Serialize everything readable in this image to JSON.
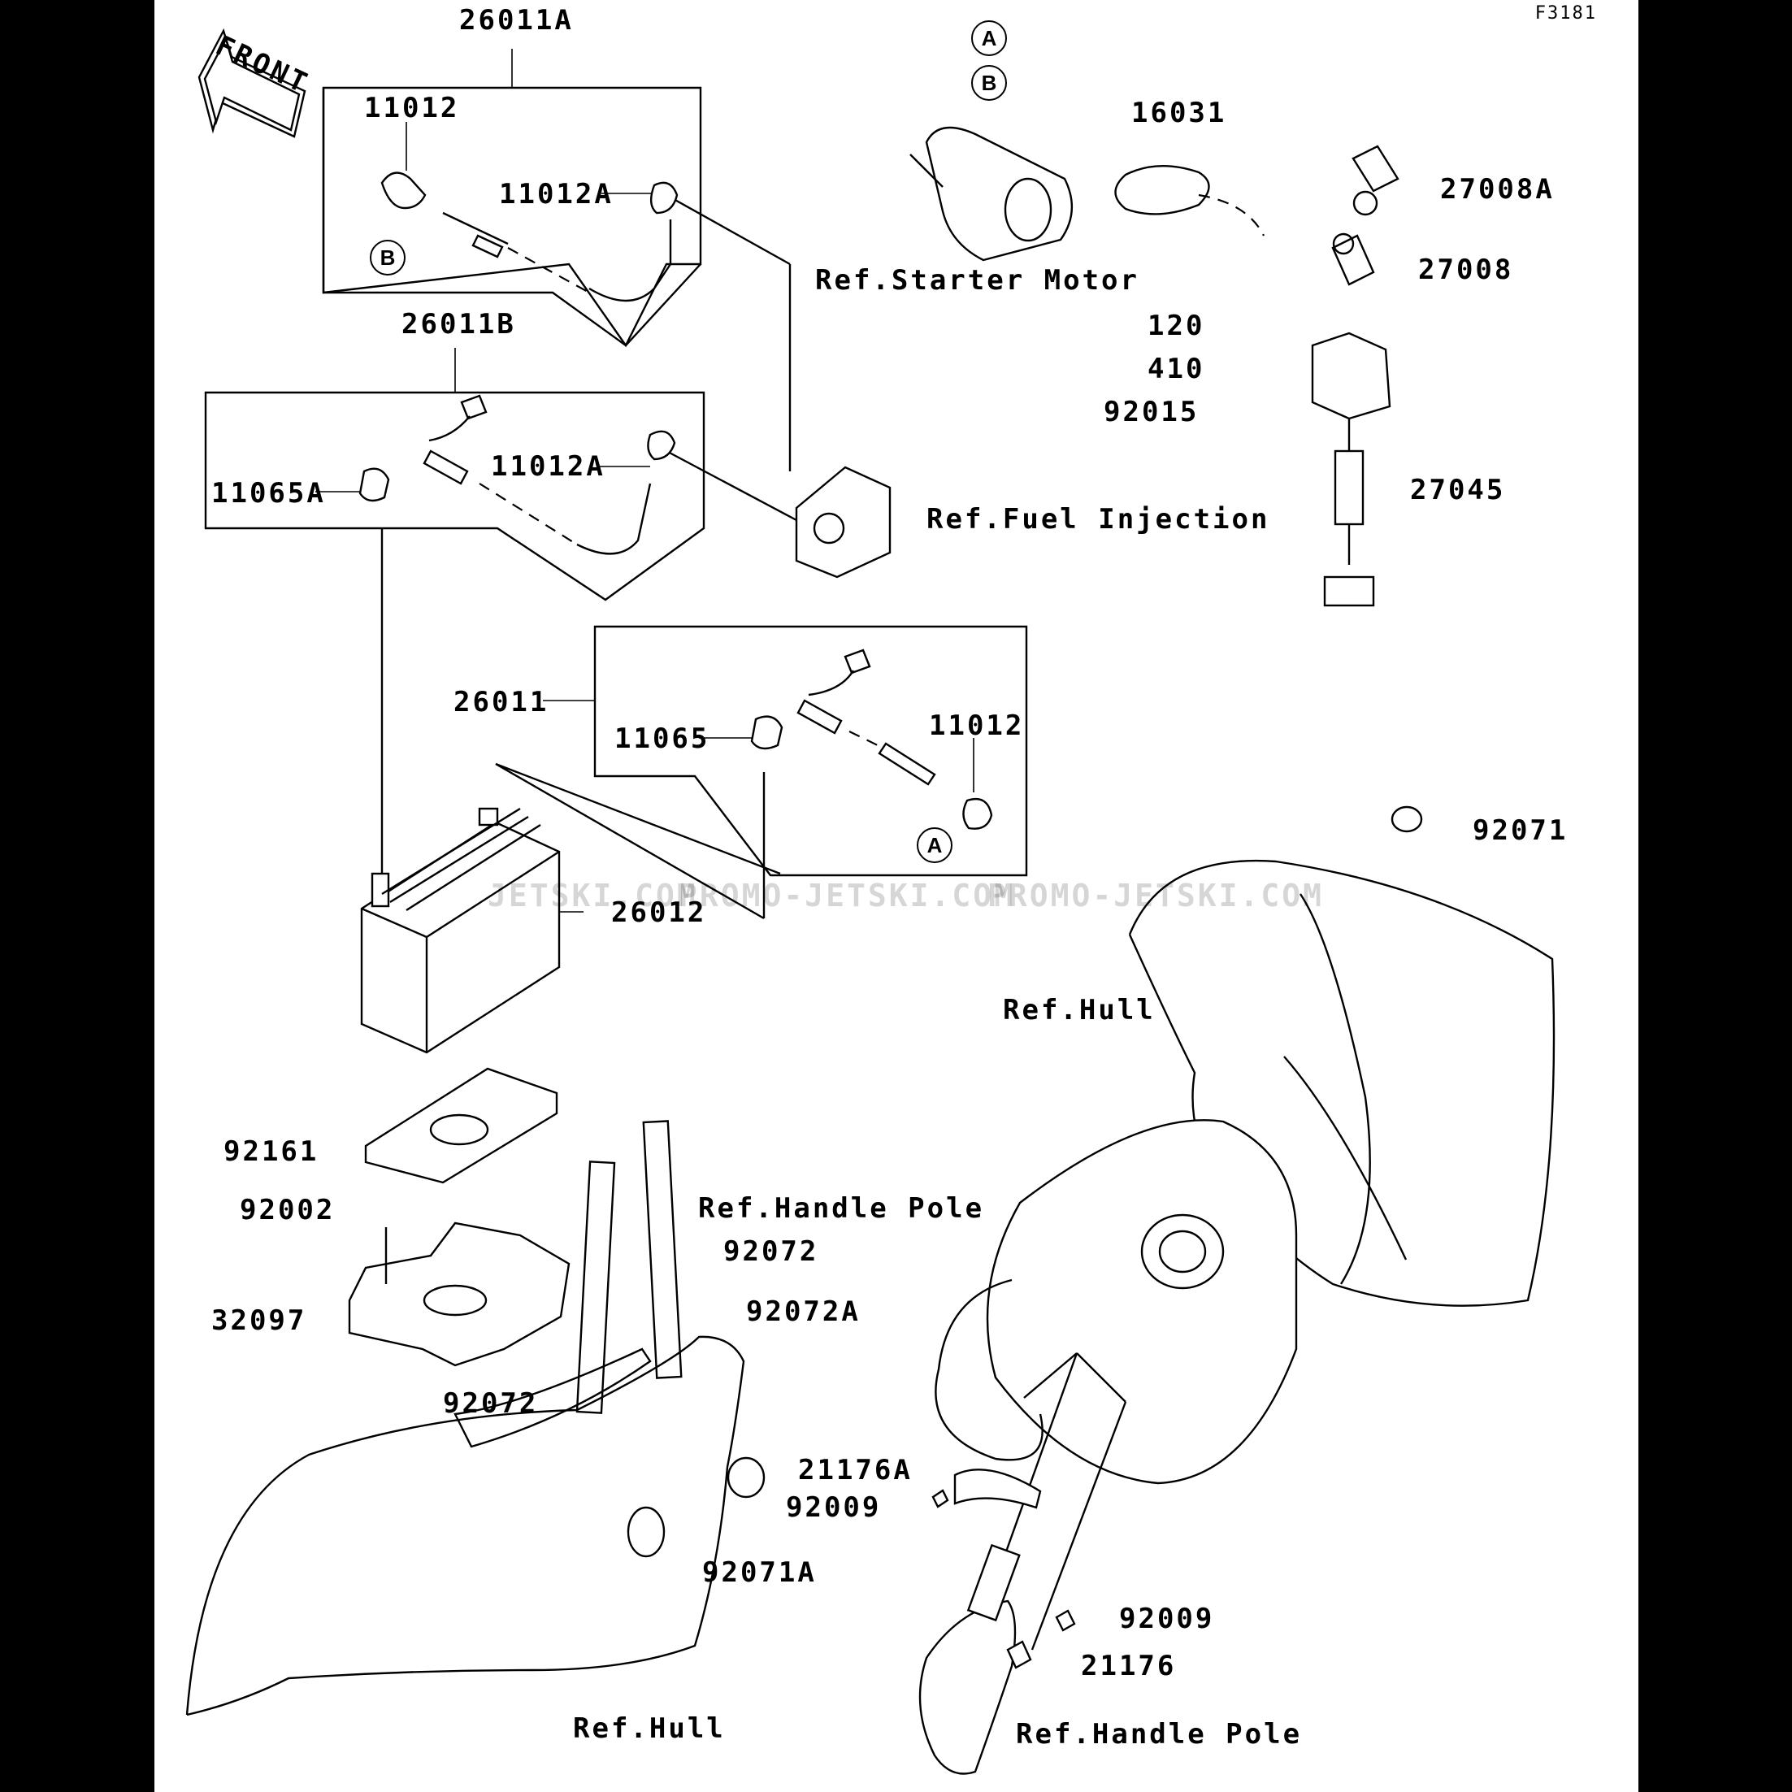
{
  "figure_code": "F3181",
  "front_label": "FRONT",
  "callouts": {
    "a": "A",
    "b": "B"
  },
  "parts": {
    "p26011a": "26011A",
    "p11012_top": "11012",
    "p11012a_top": "11012A",
    "p26011b": "26011B",
    "p11012a_mid": "11012A",
    "p11065a": "11065A",
    "p26011": "26011",
    "p11065": "11065",
    "p11012_mid": "11012",
    "p26012": "26012",
    "p16031": "16031",
    "p27008a": "27008A",
    "p27008": "27008",
    "p120": "120",
    "p410": "410",
    "p92015": "92015",
    "p27045": "27045",
    "p92071": "92071",
    "p92161": "92161",
    "p92002": "92002",
    "p32097": "32097",
    "p92072_right": "92072",
    "p92072_left": "92072",
    "p92072a": "92072A",
    "p21176a": "21176A",
    "p92009_a": "92009",
    "p92071a": "92071A",
    "p92009_b": "92009",
    "p21176": "21176"
  },
  "references": {
    "starter_motor": "Ref.Starter Motor",
    "fuel_injection": "Ref.Fuel Injection",
    "hull_right": "Ref.Hull",
    "handle_pole_mid": "Ref.Handle Pole",
    "hull_bottom": "Ref.Hull",
    "handle_pole_bottom": "Ref.Handle Pole"
  },
  "watermark": {
    "w1": "JETSKI.COM",
    "w2": "PROMO-JETSKI.COM",
    "w3": "PROMO-JETSKI.COM"
  }
}
